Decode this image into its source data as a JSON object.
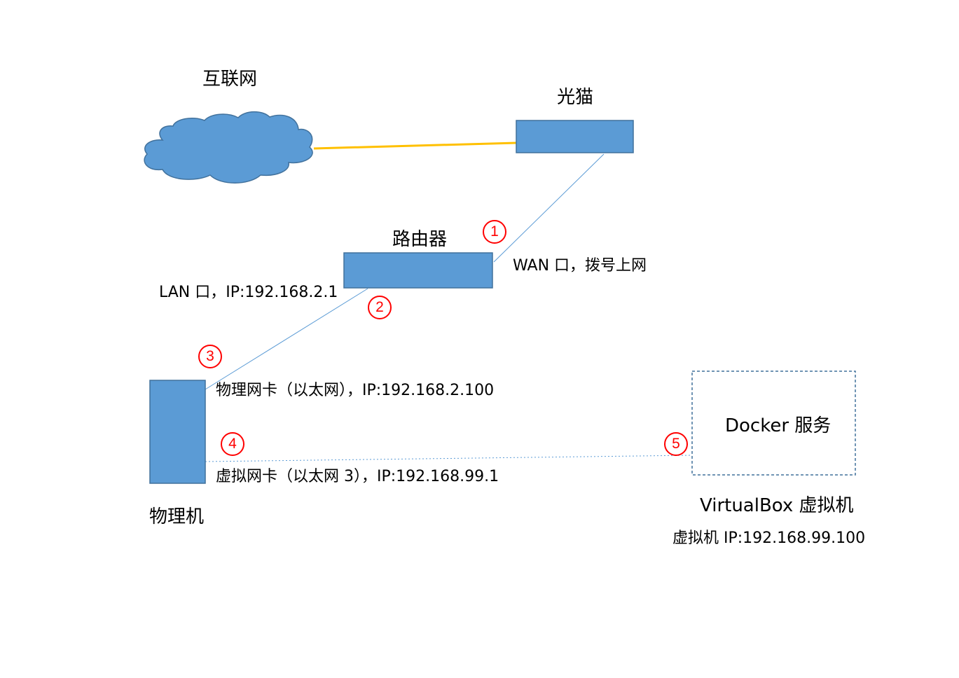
{
  "nodes": {
    "internet": {
      "label": "互联网",
      "icon": "cloud-icon"
    },
    "modem": {
      "label": "光猫"
    },
    "router": {
      "label": "路由器"
    },
    "physical_machine": {
      "label": "物理机"
    },
    "docker": {
      "label": "Docker 服务"
    },
    "virtualbox": {
      "label": "VirtualBox 虚拟机",
      "ip_label": "虚拟机 IP:192.168.99.100"
    }
  },
  "links": {
    "wan": "WAN 口，拨号上网",
    "lan": "LAN 口，IP:192.168.2.1",
    "physical_nic": "物理网卡（以太网），IP:192.168.2.100",
    "virtual_nic": "虚拟网卡（以太网 3），IP:192.168.99.1"
  },
  "markers": [
    "1",
    "2",
    "3",
    "4",
    "5"
  ],
  "colors": {
    "box_fill": "#5b9bd5",
    "box_stroke": "#41719c",
    "fiber_line": "#ffc000",
    "network_line": "#5b9bd5",
    "marker": "#ff0000",
    "dashed_box": "#41719c"
  }
}
